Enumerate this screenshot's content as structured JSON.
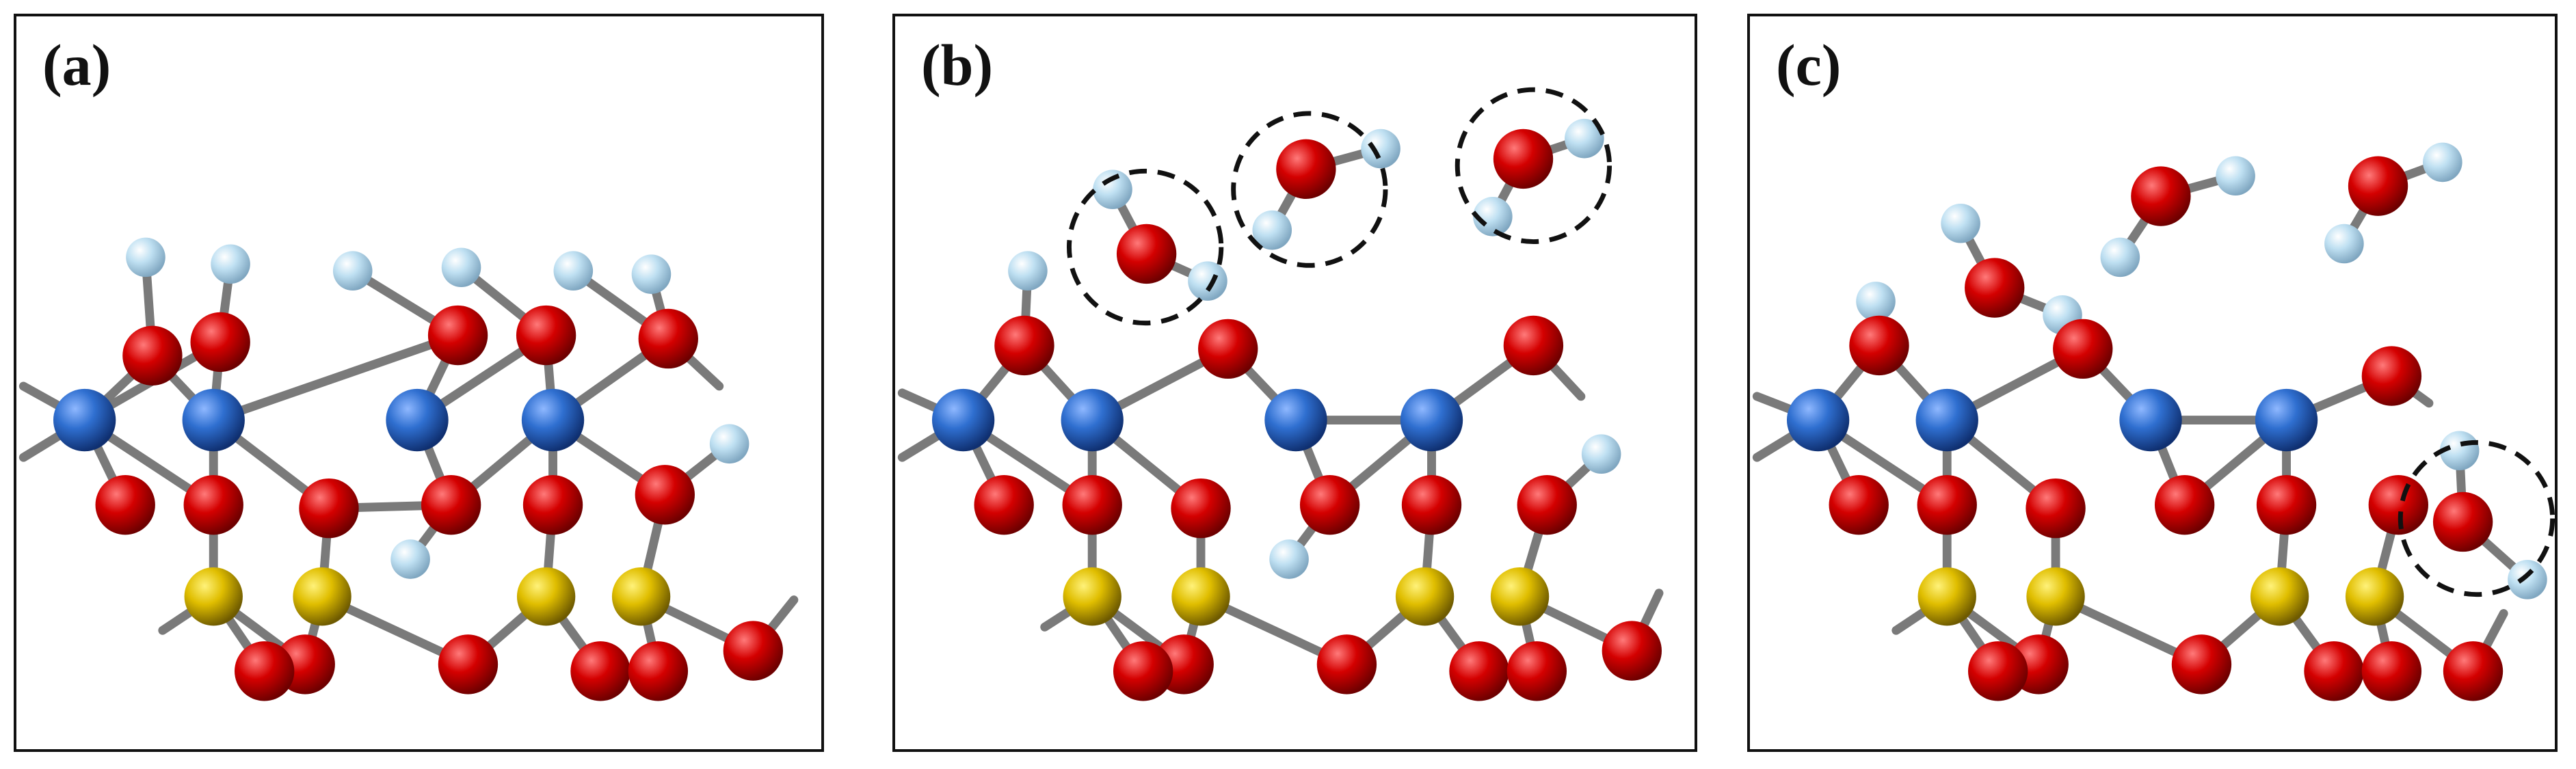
{
  "colors": {
    "oxygen": "#d40000",
    "hydrogen": "#bfe0f2",
    "aluminum": "#2f6fd0",
    "silicon": "#e0be00",
    "bond": "#7a7a7a",
    "circle": "#111111"
  },
  "panels": [
    {
      "label": "(a)"
    },
    {
      "label": "(b)"
    },
    {
      "label": "(c)"
    }
  ]
}
